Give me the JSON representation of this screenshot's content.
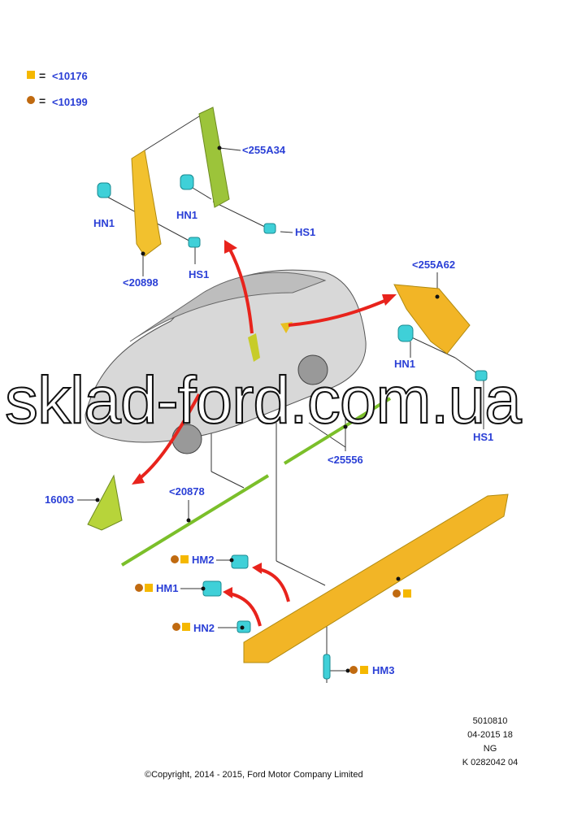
{
  "legend": [
    {
      "symbol": "square",
      "color": "#f5b800",
      "equals": "=",
      "ref": "<10176"
    },
    {
      "symbol": "circle",
      "color": "#c06a10",
      "equals": "=",
      "ref": "<10199"
    }
  ],
  "callouts": {
    "c255A34": "<255A34",
    "hn1_a": "HN1",
    "hn1_b": "HN1",
    "hs1_a": "HS1",
    "hs1_b": "HS1",
    "c20898": "<20898",
    "c255A62": "<255A62",
    "hn1_c": "HN1",
    "hs1_c": "HS1",
    "c25556": "<25556",
    "c16003": "16003",
    "c20878": "<20878",
    "hm2": "HM2",
    "hm1": "HM1",
    "hn2": "HN2",
    "hm3": "HM3"
  },
  "watermark": "sklad-ford.com.ua",
  "footer": {
    "copyright": "©Copyright, 2014 - 2015, Ford Motor Company Limited",
    "codes": [
      "5010810",
      "04-2015 18",
      "NG",
      "K 0282042 04"
    ]
  },
  "colors": {
    "label": "#2a3fd6",
    "arrow": "#e8231c",
    "part_yellow": "#f2c12e",
    "part_green": "#9cc43a",
    "clip": "#3fd0d8"
  }
}
